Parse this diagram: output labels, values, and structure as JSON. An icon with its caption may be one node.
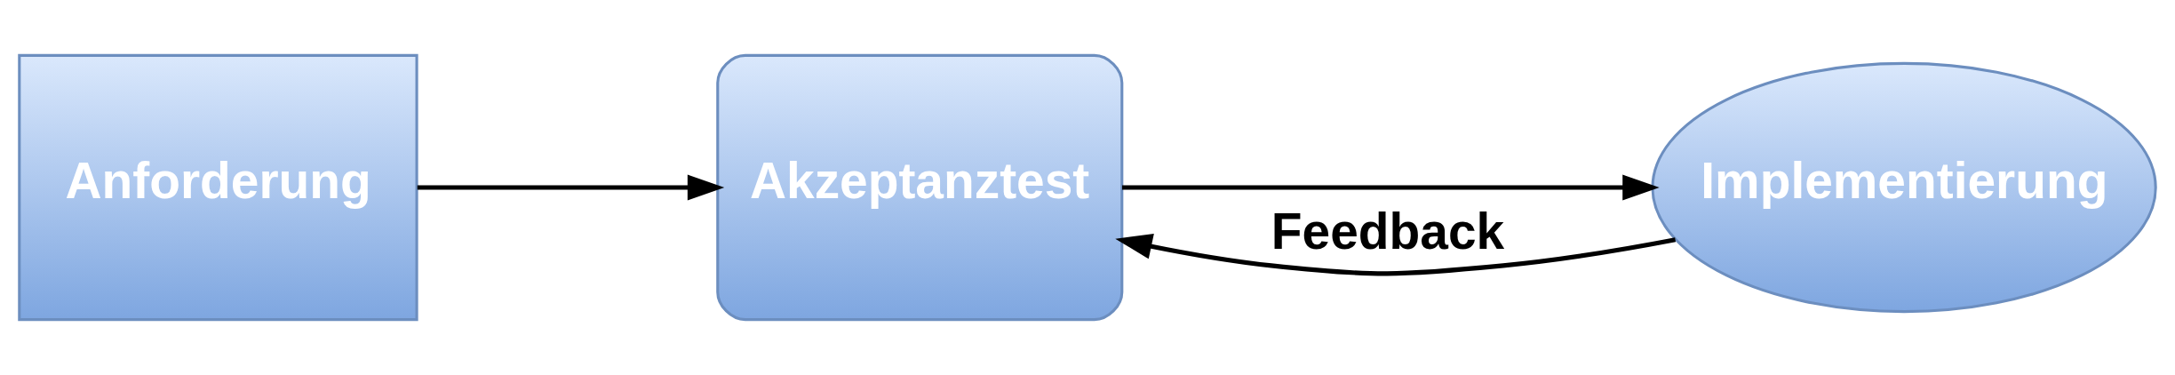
{
  "diagram": {
    "nodes": [
      {
        "text": [
          "Anforderung"
        ]
      },
      {
        "text": [
          "Akzeptanztest"
        ]
      },
      {
        "text": [
          "Implementierung"
        ]
      }
    ],
    "edges": [
      {
        "from": 0,
        "to": 1,
        "arrow": "to"
      },
      {
        "from": 1,
        "to": 2,
        "arrow": "to"
      },
      {
        "from": 2,
        "to": 1,
        "arrow": "to",
        "label": "Feedback"
      }
    ]
  }
}
